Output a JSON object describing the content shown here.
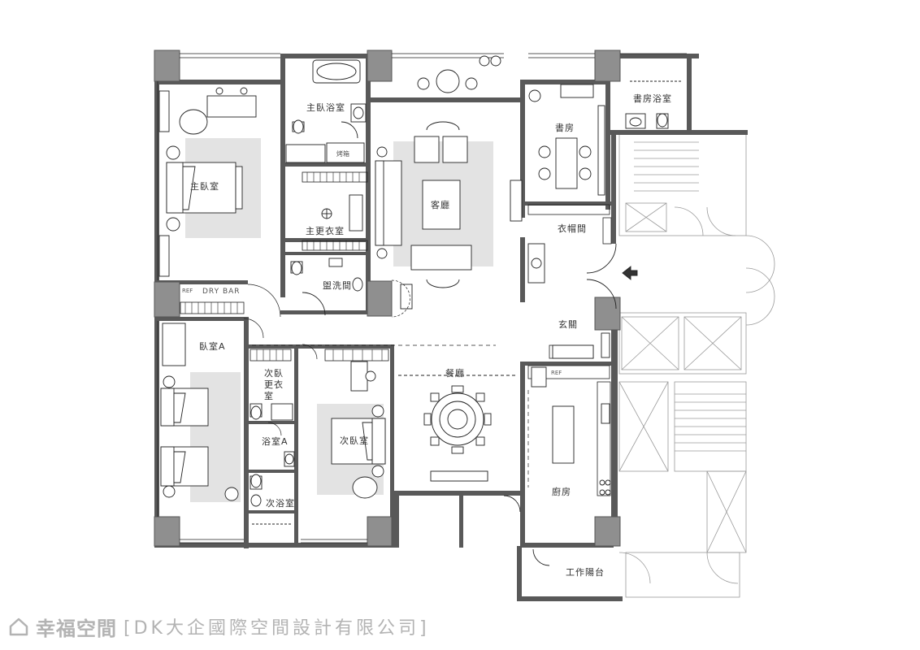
{
  "rooms": {
    "master_bedroom": "主臥室",
    "master_bath": "主臥浴室",
    "master_closet": "主更衣室",
    "living_room": "客廳",
    "powder_room": "盥洗間",
    "study": "書房",
    "study_bath": "書房浴室",
    "storage": "衣帽間",
    "entrance": "玄關",
    "bedroom_a": "臥室A",
    "second_closet": "次臥更衣室",
    "bath_a": "浴室A",
    "second_bedroom": "次臥室",
    "second_bath": "次浴室",
    "dining_room": "餐廳",
    "kitchen": "廚房",
    "service_balcony": "工作陽台"
  },
  "fixture_labels": {
    "dry_bar": "DRY BAR",
    "ref_bar": "REF",
    "ref_kitchen": "REF",
    "oven": "烤箱"
  },
  "watermark": {
    "brand": "幸福空間",
    "company": "[DK大企國際空間設計有限公司]"
  },
  "colors": {
    "wall": "#595959",
    "column": "#8f8f8f",
    "rug": "#e3e3e3",
    "line": "#222222",
    "neighbor": "#9a9a9a",
    "watermark": "#b3b3b3"
  }
}
